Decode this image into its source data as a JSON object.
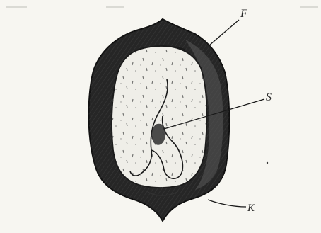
{
  "figure": {
    "labels": {
      "pericarp": "F",
      "embryo": "S",
      "hilum": "K"
    },
    "colors": {
      "paper": "#f7f6f1",
      "ink": "#1f1f1f",
      "pericarp_fill": "#262626",
      "seed_fill": "#efeee8"
    }
  }
}
